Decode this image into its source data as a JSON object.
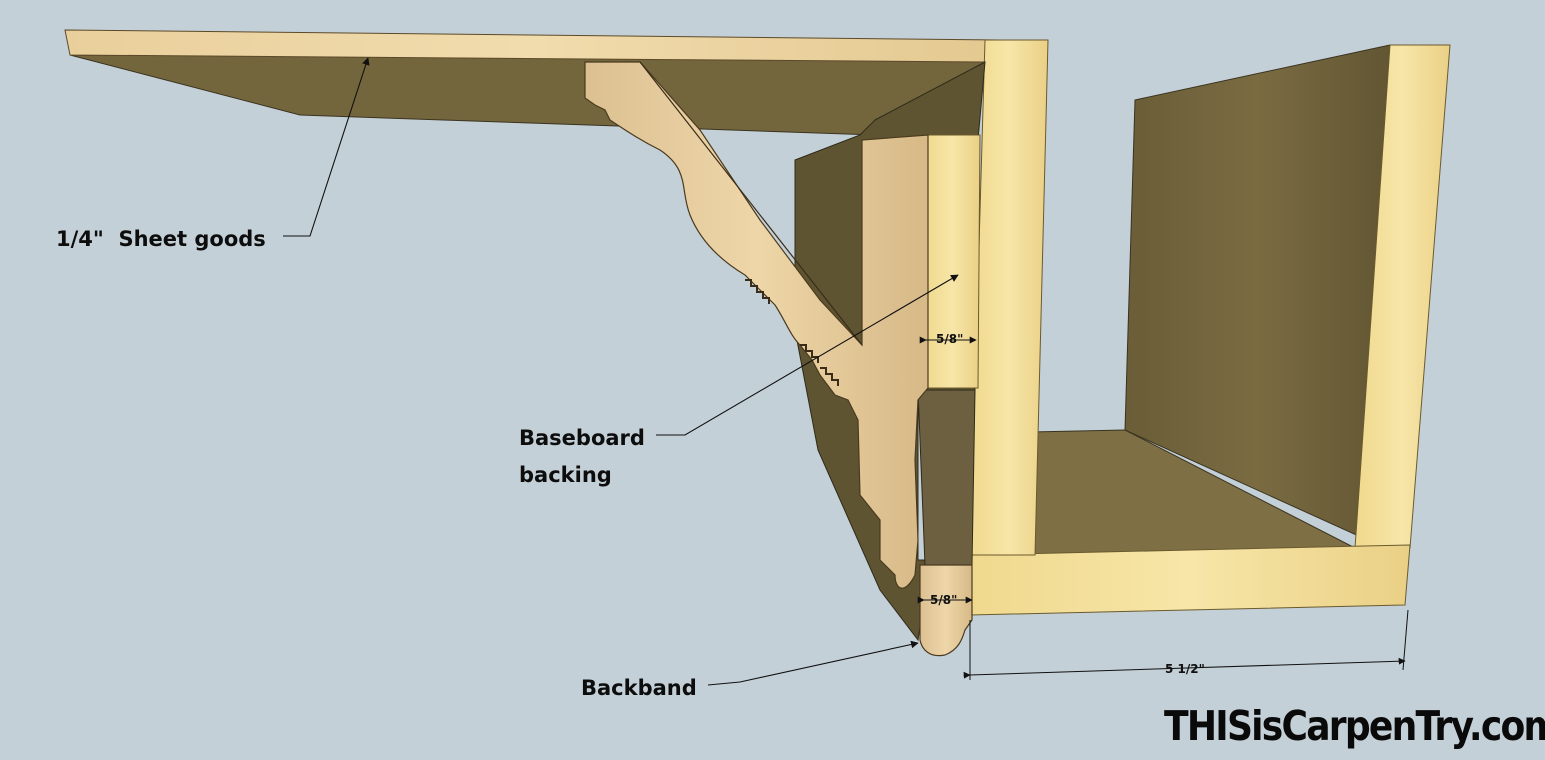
{
  "labels": {
    "sheet_goods": "1/4\"  Sheet goods",
    "baseboard_line1": "Baseboard",
    "baseboard_line2": "backing",
    "backband": "Backband"
  },
  "dimensions": {
    "upper_gap": "5/8\"",
    "lower_gap": "5/8\"",
    "jamb_width": "5 1/2\""
  },
  "watermark": "THISisCarpenTry.com",
  "colors": {
    "background": "#c4d0d7",
    "wood_light": "#f3dd94",
    "wood_mid": "#e8cfa0",
    "wood_shadow": "#6b5e38",
    "wood_dark": "#4e452a",
    "text": "#0d0d0d"
  }
}
